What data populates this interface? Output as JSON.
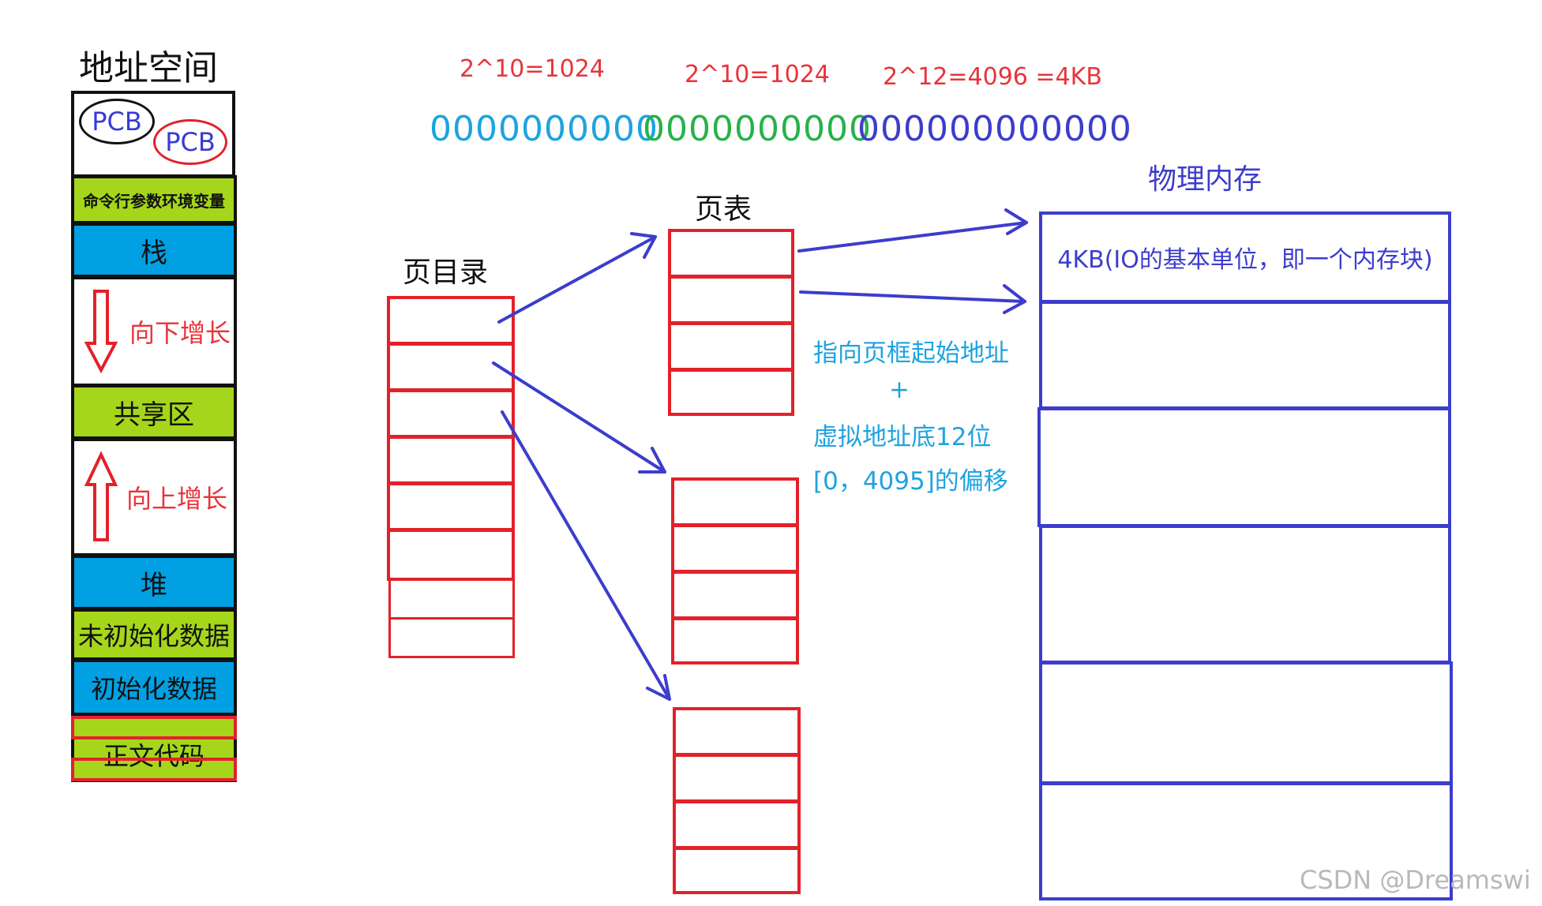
{
  "address_space": {
    "title": "地址空间",
    "pcb_black": "PCB",
    "pcb_red": "PCB",
    "segments": {
      "cmdline_env": "命令行参数环境变量",
      "stack": "栈",
      "grow_down": "向下增长",
      "shared": "共享区",
      "grow_up": "向上增长",
      "heap": "堆",
      "uninit_data": "未初始化数据",
      "init_data": "初始化数据",
      "text_code": "正文代码"
    }
  },
  "bit_groups": [
    {
      "label": "2^10=1024",
      "bits": "0000000000",
      "color": "#1ea3e0"
    },
    {
      "label": "2^10=1024",
      "bits": "0000000000",
      "color": "#27b24a"
    },
    {
      "label": "2^12=4096 =4KB",
      "bits": "000000000000",
      "color": "#3c3dcc"
    }
  ],
  "page_directory_label": "页目录",
  "page_table_label": "页表",
  "physical_memory": {
    "label": "物理内存",
    "first_block": "4KB(IO的基本单位，即一个内存块)"
  },
  "offset_note": {
    "line1": "指向页框起始地址",
    "line2": "+",
    "line3": "虚拟地址底12位",
    "line4": "[0，4095]的偏移"
  },
  "watermark": "CSDN @Dreamswi",
  "colors": {
    "red": "#e3212b",
    "blue": "#3c3dcc",
    "lime": "#a5d61c",
    "cyan": "#00a0e3"
  }
}
